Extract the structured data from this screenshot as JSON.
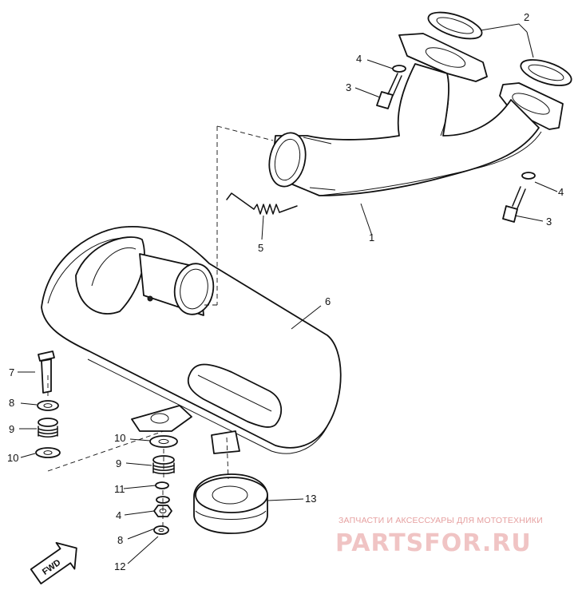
{
  "callouts": {
    "c1": "1",
    "c2": "2",
    "c3a": "3",
    "c3b": "3",
    "c4a": "4",
    "c4b": "4",
    "c4c": "4",
    "c5": "5",
    "c6": "6",
    "c7": "7",
    "c8a": "8",
    "c8b": "8",
    "c9a": "9",
    "c9b": "9",
    "c10a": "10",
    "c10b": "10",
    "c11": "11",
    "c12": "12",
    "c13": "13"
  },
  "fwd_label": "FWD",
  "watermark": {
    "tagline": "ЗАПЧАСТИ И АКСЕССУАРЫ ДЛЯ МОТОТЕХНИКИ",
    "site": "PARTSFOR.RU"
  }
}
